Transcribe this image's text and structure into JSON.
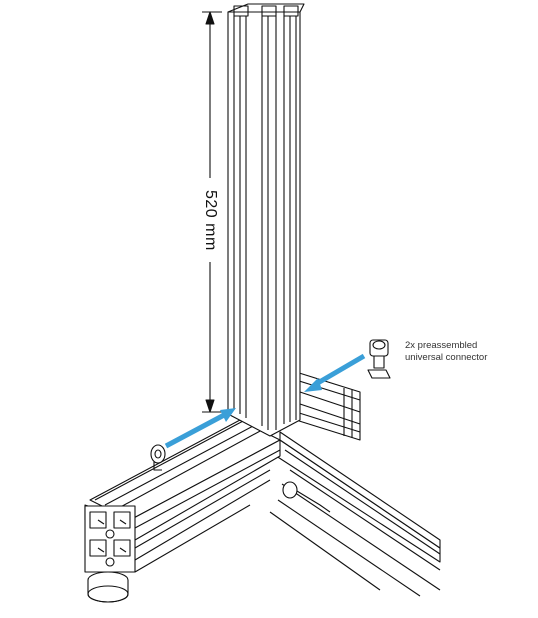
{
  "dimension": {
    "value": "520 mm"
  },
  "callout": {
    "line1": "2x preassembled",
    "line2": "universal connector"
  },
  "colors": {
    "arrow": "#3a9fd8",
    "line": "#111111",
    "fill": "#ffffff"
  }
}
